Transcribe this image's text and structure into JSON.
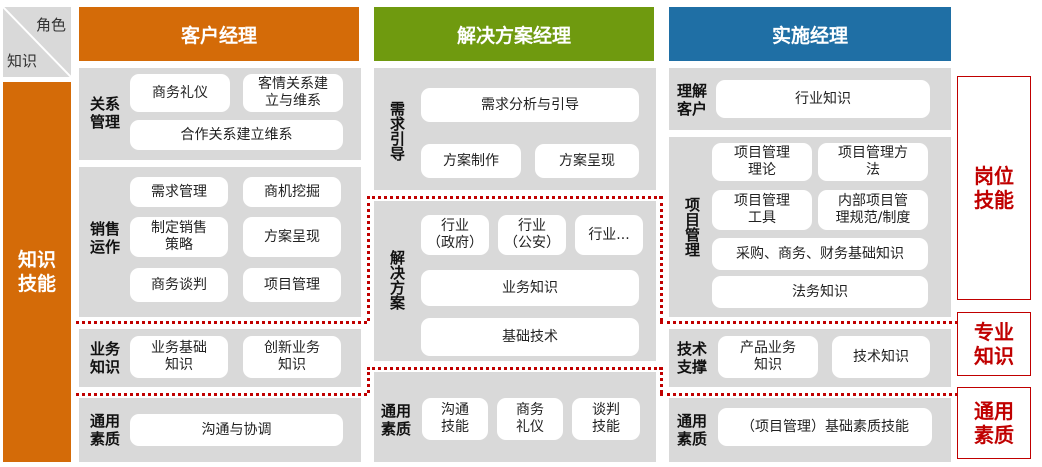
{
  "corner": {
    "role": "角色",
    "knowledge": "知识"
  },
  "left_bar": "知识\n技能",
  "headers": {
    "customer_manager": "客户经理",
    "solution_manager": "解决方案经理",
    "implementation_manager": "实施经理"
  },
  "col1": {
    "relationship": {
      "label": "关系\n管理",
      "items": [
        "商务礼仪",
        "客情关系建\n立与维系",
        "合作关系建立维系"
      ]
    },
    "sales": {
      "label": "销售\n运作",
      "items": [
        "需求管理",
        "商机挖掘",
        "制定销售\n策略",
        "方案呈现",
        "商务谈判",
        "项目管理"
      ]
    },
    "business": {
      "label": "业务\n知识",
      "items": [
        "业务基础\n知识",
        "创新业务\n知识"
      ]
    },
    "general": {
      "label": "通用\n素质",
      "items": [
        "沟通与协调"
      ]
    }
  },
  "col2": {
    "demand": {
      "label": "需求引导",
      "items": [
        "需求分析与引导",
        "方案制作",
        "方案呈现"
      ]
    },
    "solution": {
      "label": "解决方案",
      "items": [
        "行业\n（政府）",
        "行业\n（公安）",
        "行业...",
        "业务知识",
        "基础技术"
      ]
    },
    "general": {
      "label": "通用\n素质",
      "items": [
        "沟通\n技能",
        "商务\n礼仪",
        "谈判\n技能"
      ]
    }
  },
  "col3": {
    "understand": {
      "label": "理解\n客户",
      "items": [
        "行业知识"
      ]
    },
    "project": {
      "label": "项目管理",
      "items": [
        "项目管理\n理论",
        "项目管理方\n法",
        "项目管理\n工具",
        "内部项目管\n理规范/制度",
        "采购、商务、财务基础知识",
        "法务知识"
      ]
    },
    "tech": {
      "label": "技术\n支撑",
      "items": [
        "产品业务\n知识",
        "技术知识"
      ]
    },
    "general": {
      "label": "通用\n素质",
      "items": [
        "（项目管理）基础素质技能"
      ]
    }
  },
  "right_labels": {
    "position_skill": "岗位\n技能",
    "professional": "专业\n知识",
    "general": "通用\n素质"
  },
  "colors": {
    "orange": "#d46b08",
    "green": "#6f9a0f",
    "blue": "#1f6fa5",
    "red": "#c00000",
    "gray": "#d9d9d9"
  }
}
